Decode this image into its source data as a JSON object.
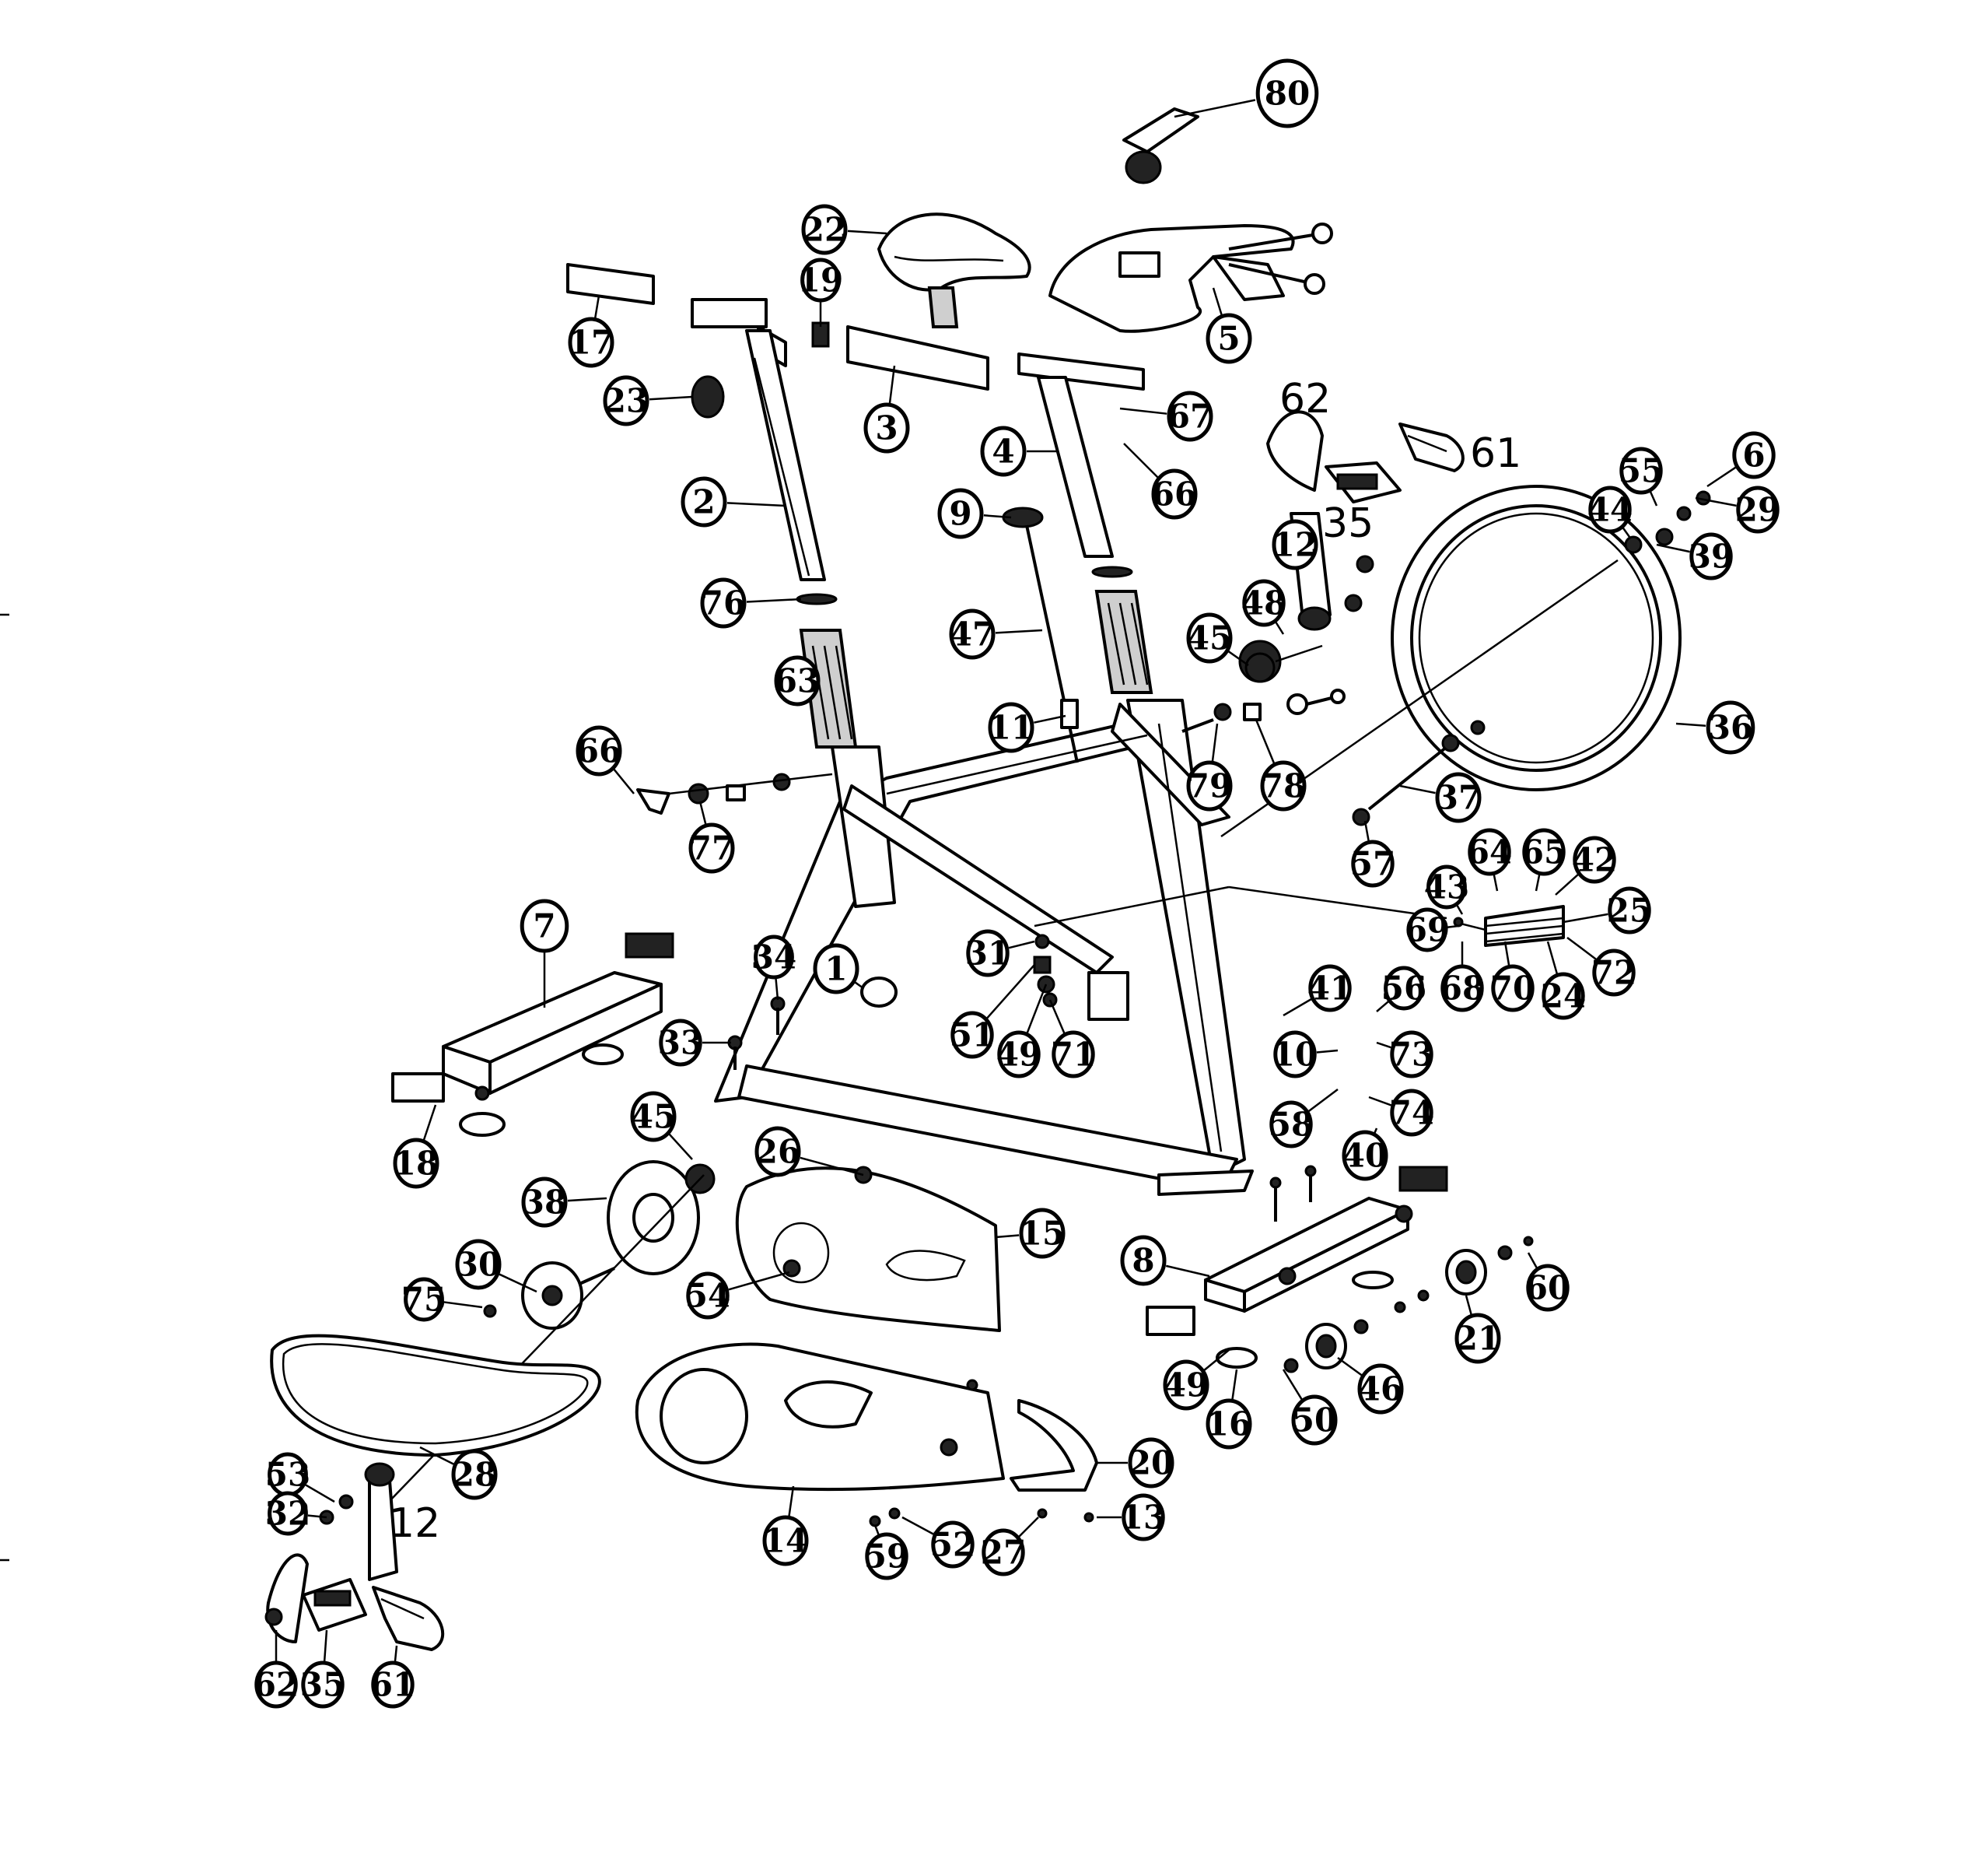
{
  "callouts": [
    {
      "label": "80"
    },
    {
      "label": "22"
    },
    {
      "label": "19"
    },
    {
      "label": "17"
    },
    {
      "label": "23"
    },
    {
      "label": "3"
    },
    {
      "label": "5"
    },
    {
      "label": "67"
    },
    {
      "label": "4"
    },
    {
      "label": "66"
    },
    {
      "label": "2"
    },
    {
      "label": "9"
    },
    {
      "label": "12"
    },
    {
      "label": "6"
    },
    {
      "label": "55"
    },
    {
      "label": "29"
    },
    {
      "label": "44"
    },
    {
      "label": "39"
    },
    {
      "label": "76"
    },
    {
      "label": "47"
    },
    {
      "label": "48"
    },
    {
      "label": "45"
    },
    {
      "label": "63"
    },
    {
      "label": "11"
    },
    {
      "label": "79"
    },
    {
      "label": "78"
    },
    {
      "label": "36"
    },
    {
      "label": "66"
    },
    {
      "label": "77"
    },
    {
      "label": "37"
    },
    {
      "label": "57"
    },
    {
      "label": "64"
    },
    {
      "label": "65"
    },
    {
      "label": "42"
    },
    {
      "label": "43"
    },
    {
      "label": "69"
    },
    {
      "label": "25"
    },
    {
      "label": "7"
    },
    {
      "label": "1"
    },
    {
      "label": "34"
    },
    {
      "label": "31"
    },
    {
      "label": "68"
    },
    {
      "label": "70"
    },
    {
      "label": "24"
    },
    {
      "label": "72"
    },
    {
      "label": "41"
    },
    {
      "label": "56"
    },
    {
      "label": "51"
    },
    {
      "label": "49"
    },
    {
      "label": "71"
    },
    {
      "label": "33"
    },
    {
      "label": "10"
    },
    {
      "label": "73"
    },
    {
      "label": "58"
    },
    {
      "label": "74"
    },
    {
      "label": "18"
    },
    {
      "label": "45"
    },
    {
      "label": "26"
    },
    {
      "label": "40"
    },
    {
      "label": "38"
    },
    {
      "label": "15"
    },
    {
      "label": "8"
    },
    {
      "label": "60"
    },
    {
      "label": "30"
    },
    {
      "label": "75"
    },
    {
      "label": "54"
    },
    {
      "label": "21"
    },
    {
      "label": "49"
    },
    {
      "label": "46"
    },
    {
      "label": "16"
    },
    {
      "label": "50"
    },
    {
      "label": "20"
    },
    {
      "label": "28"
    },
    {
      "label": "53"
    },
    {
      "label": "13"
    },
    {
      "label": "32"
    },
    {
      "label": "27"
    },
    {
      "label": "59"
    },
    {
      "label": "52"
    },
    {
      "label": "14"
    },
    {
      "label": "62"
    },
    {
      "label": "35"
    },
    {
      "label": "61"
    }
  ],
  "handwritten_labels": [
    {
      "label": "62"
    },
    {
      "label": "61"
    },
    {
      "label": "35"
    },
    {
      "label": "12"
    }
  ]
}
